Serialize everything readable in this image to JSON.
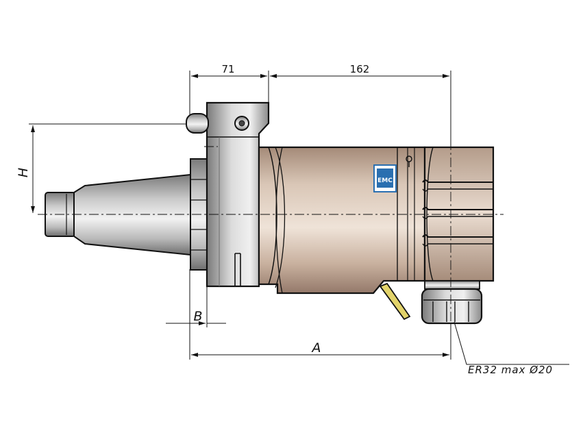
{
  "dimensions": {
    "top_left": "71",
    "top_right": "162",
    "height_label": "H",
    "offset_label": "B",
    "length_label": "A"
  },
  "callout": {
    "collet_note": "ER32 max Ø20"
  },
  "logo": {
    "line1": "EMC",
    "accent_color": "#2a6fb0"
  },
  "colors": {
    "body": "#c9b3a0",
    "body_dark": "#a38876",
    "steel": "#b5b5b5",
    "steel_dark": "#7e7e7e",
    "lever": "#e2d36a"
  }
}
